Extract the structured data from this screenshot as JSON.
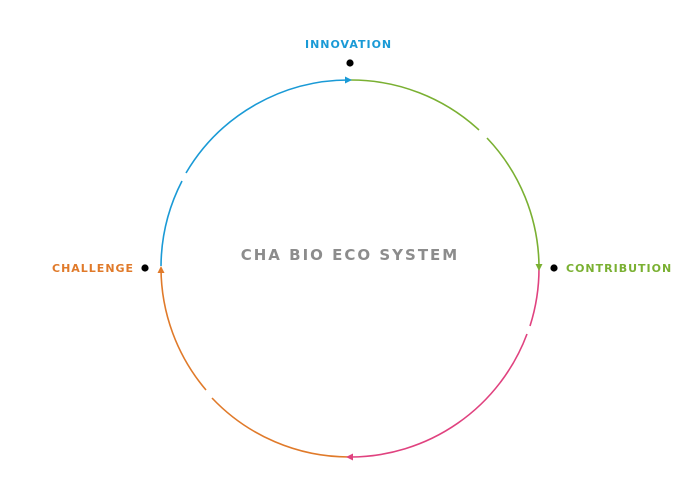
{
  "diagram": {
    "center_title": "CHA BIO ECO SYSTEM",
    "nodes": [
      {
        "id": "innovation",
        "label": "INNOVATION",
        "color": "#1a9ad6"
      },
      {
        "id": "contribution",
        "label": "CONTRIBUTION",
        "color": "#7ab032"
      },
      {
        "id": "challenge",
        "label": "CHALLENGE",
        "color": "#e07a2a"
      }
    ],
    "arc_colors": {
      "blue": "#1a9ad6",
      "green": "#7ab032",
      "pink": "#e0427f",
      "orange": "#e07a2a"
    },
    "dot_color": "#000000"
  }
}
